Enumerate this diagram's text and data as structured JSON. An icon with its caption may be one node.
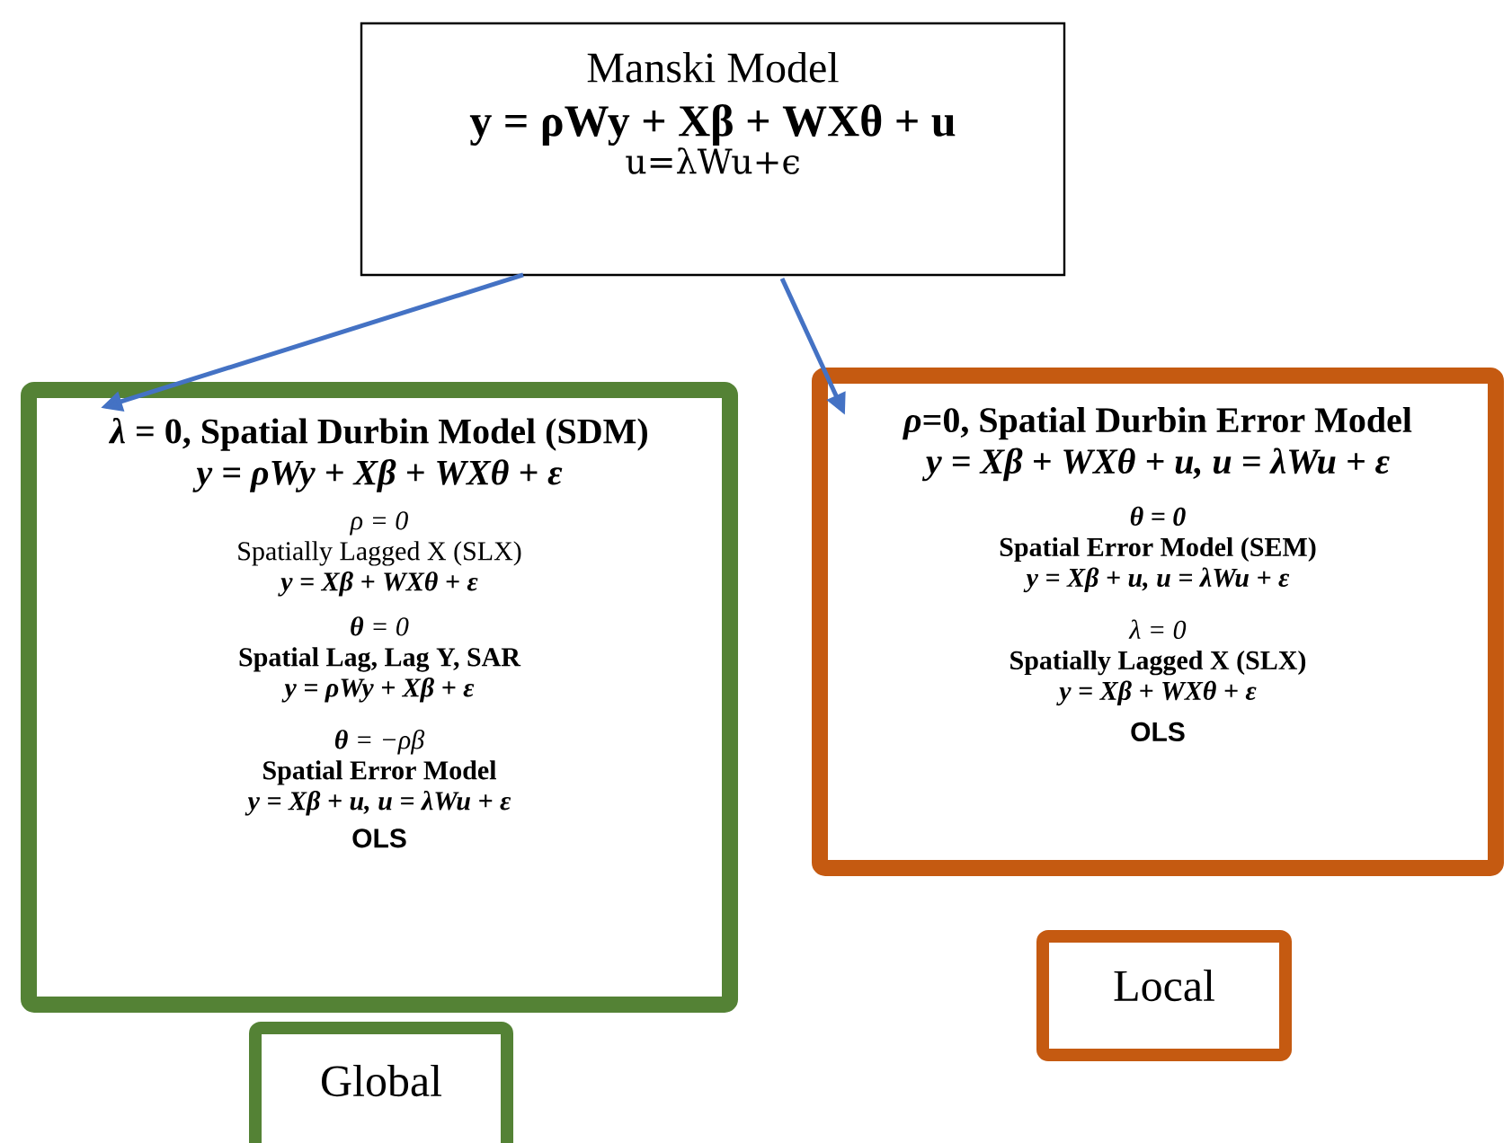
{
  "diagram": {
    "nodes": [
      {
        "text": [
          "Manski Model",
          "**y = ρWy + Xβ + WXθ** + u",
          "u=λWu+ϵ"
        ]
      },
      {
        "text": [
          "*λ* = 0, **Spatial Durbin Model (SDM)**",
          "y = ρWy + Xβ + WXθ + ε",
          "ρ = 0",
          "Spatially Lagged X (SLX)",
          "y = Xβ + WXθ + ε",
          "**θ** = 0",
          "Spatial Lag, Lag Y, SAR",
          "y = ρWy + Xβ + ε",
          "**θ** = −ρβ",
          "Spatial Error Model",
          "y = Xβ + u, u = λWu + ε",
          "OLS"
        ]
      },
      {
        "text": [
          "*ρ*=0, **Spatial Durbin Error Model**",
          "y = Xβ + WXθ + u,  u = λWu + ε",
          "θ = 0",
          "Spatial Error Model (SEM)",
          "y = Xβ + u, u = λWu + ε",
          "λ = 0",
          "Spatially Lagged X (SLX)",
          "y = Xβ + WXθ + ε",
          "OLS"
        ]
      },
      {
        "text": [
          "Global"
        ]
      },
      {
        "text": [
          "Local"
        ]
      }
    ],
    "edges": [
      {
        "from": 0,
        "to": 1,
        "arrow": "to"
      },
      {
        "from": 0,
        "to": 2,
        "arrow": "to"
      }
    ]
  }
}
